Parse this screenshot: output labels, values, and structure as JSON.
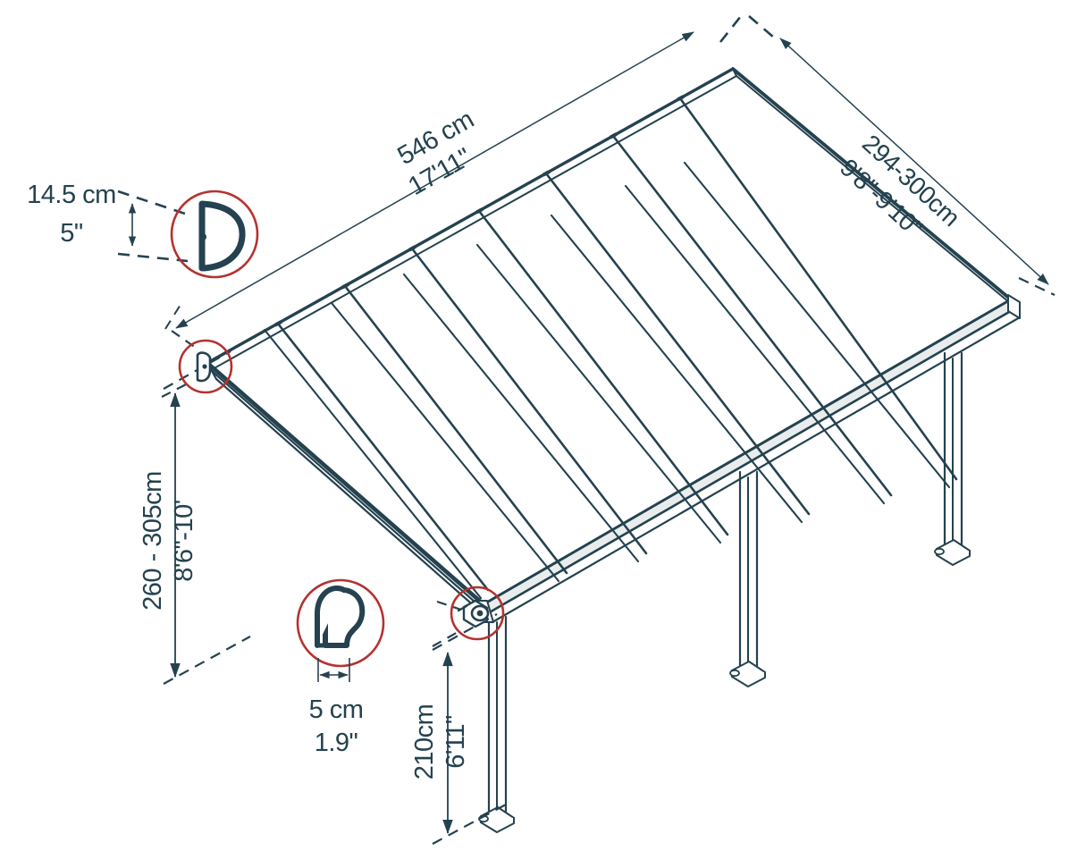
{
  "diagram": {
    "type": "technical-dimension-drawing",
    "subject": "patio cover / lean-to canopy isometric view",
    "colors": {
      "line": "#24424f",
      "line_light": "#3d5e6c",
      "detail_circle": "#b5322f",
      "background": "#ffffff",
      "text": "#24424f"
    },
    "dimensions": {
      "width": {
        "metric": "546 cm",
        "imperial": "17'11\"",
        "axis": "long-side"
      },
      "projection": {
        "metric": "294-300cm",
        "imperial": "9'8\"-9'10\"",
        "axis": "short-side"
      },
      "height_rear": {
        "metric": "260 - 305cm",
        "imperial": "8'6\"-10'",
        "axis": "vertical-rear"
      },
      "height_front": {
        "metric": "210cm",
        "imperial": "6'11\"",
        "axis": "vertical-front"
      },
      "beam_profile": {
        "metric": "14.5 cm",
        "imperial": "5\"",
        "axis": "beam-depth"
      },
      "post_profile": {
        "metric": "5 cm",
        "imperial": "1.9\"",
        "axis": "post-width"
      }
    },
    "detail_callouts": [
      {
        "id": "beam-profile-detail",
        "label": "beam cross-section D-profile"
      },
      {
        "id": "gutter-corner-detail",
        "label": "rear corner bracket"
      },
      {
        "id": "post-profile-detail",
        "label": "post cross-section"
      },
      {
        "id": "front-corner-detail",
        "label": "front corner joint"
      }
    ],
    "structure": {
      "posts": 3,
      "roof_panels": 9,
      "rafters": 8
    }
  }
}
